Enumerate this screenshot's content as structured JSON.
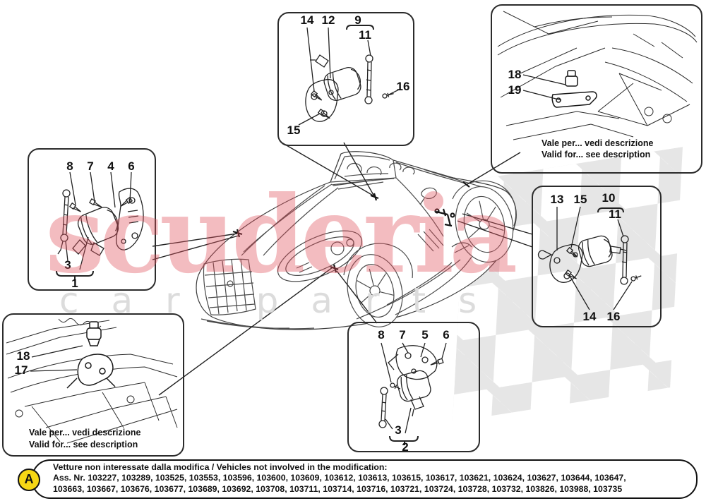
{
  "watermark": {
    "brand": "scuderia",
    "subbrand": "car parts",
    "brand_color": "#e2505c",
    "subbrand_color": "#dcdcdc",
    "checker_color": "#e4e4e4"
  },
  "inset_note": {
    "it": "Vale per... vedi descrizione",
    "en": "Valid for... see description"
  },
  "insets": {
    "front_left": {
      "n8": "8",
      "n7": "7",
      "n4": "4",
      "n6": "6",
      "n3": "3",
      "n1": "1"
    },
    "top_middle": {
      "n14": "14",
      "n12": "12",
      "n9": "9",
      "n11": "11",
      "n16": "16",
      "n15": "15"
    },
    "top_right": {
      "n18": "18",
      "n19": "19"
    },
    "mid_right": {
      "n13": "13",
      "n15": "15",
      "n10": "10",
      "n11": "11",
      "n14": "14",
      "n16": "16"
    },
    "bottom_left": {
      "n18": "18",
      "n17": "17"
    },
    "bottom_middle": {
      "n8": "8",
      "n7": "7",
      "n5": "5",
      "n6": "6",
      "n3": "3",
      "n2": "2"
    }
  },
  "note_bar": {
    "badge": "A",
    "title": "Vetture non interessate dalla modifica / Vehicles not involved in the modification:",
    "numbers_line1": "Ass. Nr. 103227, 103289, 103525, 103553, 103596, 103600, 103609, 103612, 103613, 103615, 103617, 103621, 103624, 103627, 103644, 103647,",
    "numbers_line2": "103663, 103667, 103676, 103677, 103689, 103692, 103708, 103711, 103714, 103716, 103721, 103724, 103728, 103732, 103826, 103988, 103735"
  }
}
